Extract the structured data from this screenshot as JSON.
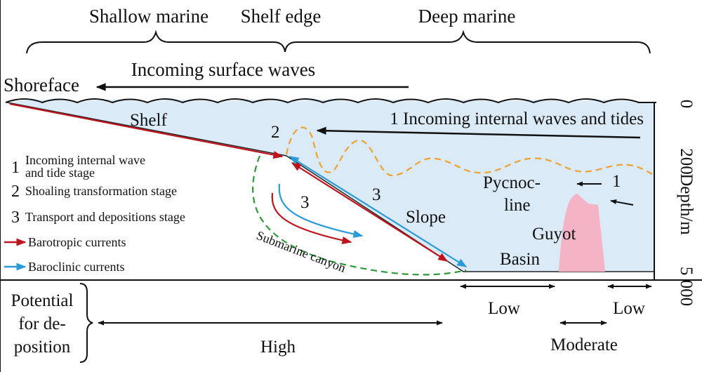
{
  "zones": {
    "shallow_marine": "Shallow marine",
    "shelf_edge": "Shelf edge",
    "deep_marine": "Deep marine"
  },
  "surface": {
    "shoreface": "Shoreface",
    "incoming_surface_waves": "Incoming surface waves"
  },
  "labels": {
    "shelf": "Shelf",
    "slope": "Slope",
    "basin": "Basin",
    "guyot": "Guyot",
    "pycnocline_1": "Pycnoc-",
    "pycnocline_2": "line",
    "submarine_canyon": "Submarine canyon",
    "internal_waves_tides": "1 Incoming internal waves and tides",
    "stage_num_1": "1",
    "stage_num_2": "2",
    "stage_num_3a": "3",
    "stage_num_3b": "3"
  },
  "legend": {
    "item1_num": "1",
    "item1_line1": "Incoming internal wave",
    "item1_line2": "and tide stage",
    "item2_num": "2",
    "item2_text": "Shoaling transformation stage",
    "item3_num": "3",
    "item3_text": "Transport and depositions stage",
    "barotropic": "Barotropic currents",
    "baroclinic": "Baroclinic currents"
  },
  "depth_axis": {
    "title": "Depth/m",
    "tick_0": "0",
    "tick_200": "200",
    "tick_5000": "5 000"
  },
  "deposition": {
    "title_1": "Potential",
    "title_2": "for de-",
    "title_3": "position",
    "high": "High",
    "low_1": "Low",
    "low_2": "Low",
    "moderate": "Moderate"
  },
  "colors": {
    "water": "#dbeaf7",
    "barotropic": "#c0141c",
    "baroclinic": "#2a9ad8",
    "canyon": "#2e9a3a",
    "pycnocline": "#f0a030",
    "guyot": "#f4b4c6"
  }
}
